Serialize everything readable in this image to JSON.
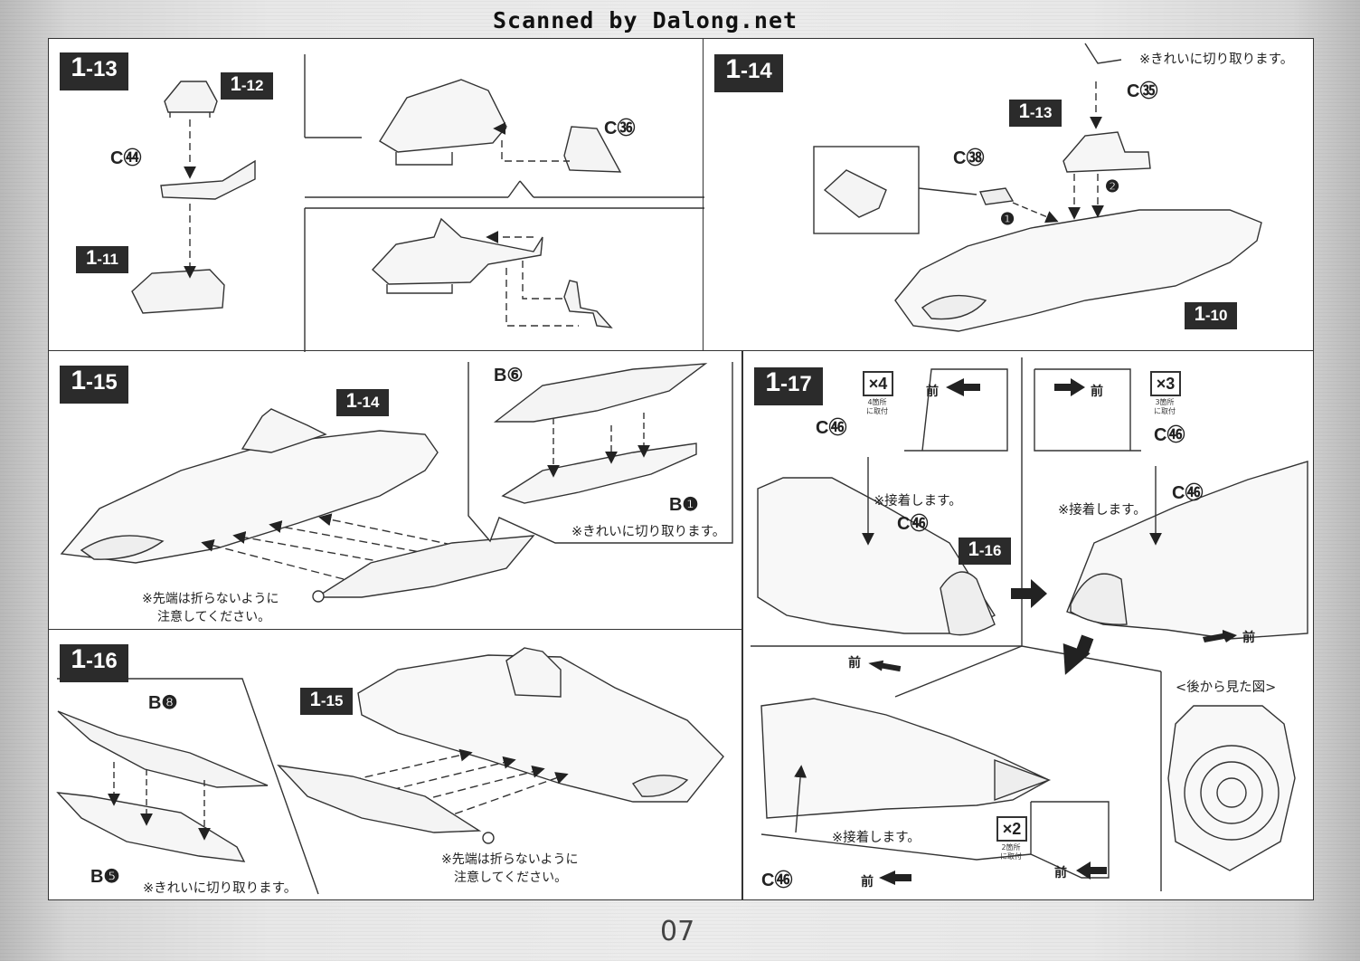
{
  "watermark": "Scanned by Dalong.net",
  "page_number": "07",
  "panel_1_13": {
    "step_a": "1",
    "step_b": "-13",
    "ref_top_a": "1",
    "ref_top_b": "-12",
    "ref_bottom_a": "1",
    "ref_bottom_b": "-11",
    "part_c44": "C㊹",
    "part_c36": "C㊱"
  },
  "panel_1_14": {
    "step_a": "1",
    "step_b": "-14",
    "ref_top_a": "1",
    "ref_top_b": "-13",
    "ref_bottom_a": "1",
    "ref_bottom_b": "-10",
    "part_c35": "C㉟",
    "part_c38": "C㊳",
    "note": "※きれいに切り取ります。",
    "order_1": "❶",
    "order_2": "❷"
  },
  "panel_1_15": {
    "step_a": "1",
    "step_b": "-15",
    "ref_a": "1",
    "ref_b": "-14",
    "part_b6": "B⑥",
    "part_b1": "B❶",
    "note_cut": "※きれいに切り取ります。",
    "note_tip_1": "※先端は折らないように",
    "note_tip_2": "注意してください。"
  },
  "panel_1_16": {
    "step_a": "1",
    "step_b": "-16",
    "ref_a": "1",
    "ref_b": "-15",
    "part_b8": "B❽",
    "part_b5": "B❺",
    "note_cut": "※きれいに切り取ります。",
    "note_tip_1": "※先端は折らないように",
    "note_tip_2": "注意してください。"
  },
  "panel_1_17": {
    "step_a": "1",
    "step_b": "-17",
    "ref_a": "1",
    "ref_b": "-16",
    "x4": "×4",
    "x4_sub_1": "4箇所",
    "x4_sub_2": "に取付",
    "x3": "×3",
    "x3_sub_1": "3箇所",
    "x3_sub_2": "に取付",
    "x2": "×2",
    "x2_sub_1": "2箇所",
    "x2_sub_2": "に取付",
    "part_c46": "C㊻",
    "glue": "※接着します。",
    "front": "前",
    "rear_view": "<後から見た図>"
  }
}
